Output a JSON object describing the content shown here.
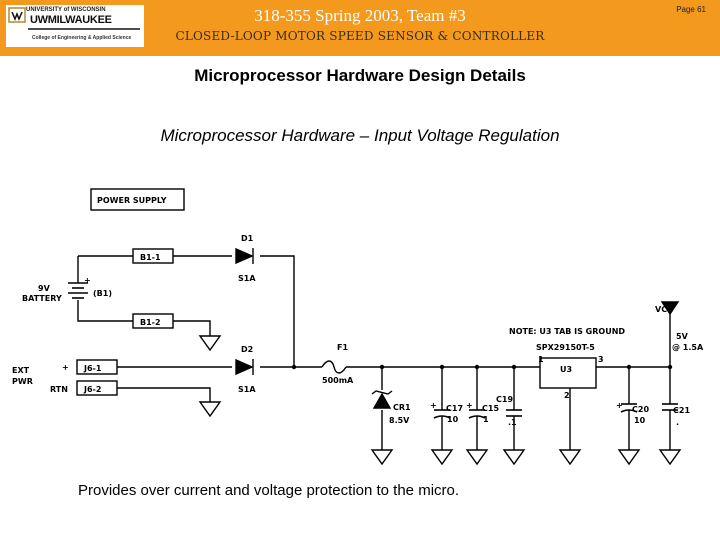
{
  "header": {
    "logo_line1": "UNIVERSITY of WISCONSIN",
    "logo_line2": "UWMILWAUKEE",
    "logo_line3": "College of Engineering & Applied Science",
    "course_title": "318-355 Spring 2003, Team #3",
    "project_title": "CLOSED-LOOP MOTOR SPEED SENSOR & CONTROLLER",
    "page_number": "Page 61",
    "accent_color": "#f39a1e"
  },
  "slide": {
    "title": "Microprocessor Hardware Design Details",
    "subtitle": "Microprocessor Hardware – Input Voltage Regulation",
    "caption": "Provides over current and voltage protection to the micro."
  },
  "schematic": {
    "power_supply_label": "POWER SUPPLY",
    "d1": "D1",
    "d1_part": "S1A",
    "d2": "D2",
    "d2_part": "S1A",
    "b1_1": "B1-1",
    "b1_2": "B1-2",
    "battery_line1": "9V",
    "battery_line2": "BATTERY",
    "battery_ref": "(B1)",
    "plus": "+",
    "minus": "-",
    "ext_line1": "EXT",
    "ext_line2": "PWR",
    "rtn": "RTN",
    "j6_1": "J6-1",
    "j6_2": "J6-2",
    "f1": "F1",
    "f1_rating": "500mA",
    "cr1": "CR1",
    "cr1_value": "8.5V",
    "c17": "C17",
    "c17_value": "10",
    "c15": "C15",
    "c15_value": "1",
    "c19": "C19",
    "c19_value": ".1",
    "u3": "U3",
    "u3_part": "SPX29150T-5",
    "u3_note": "NOTE: U3 TAB IS GROUND",
    "u3_pin1": "1",
    "u3_pin2": "2",
    "u3_pin3": "3",
    "c20": "C20",
    "c20_value": "10",
    "c21": "C21",
    "c21_value": ".",
    "vcc": "VCC",
    "out_line1": "5V",
    "out_line2": "@ 1.5A"
  }
}
